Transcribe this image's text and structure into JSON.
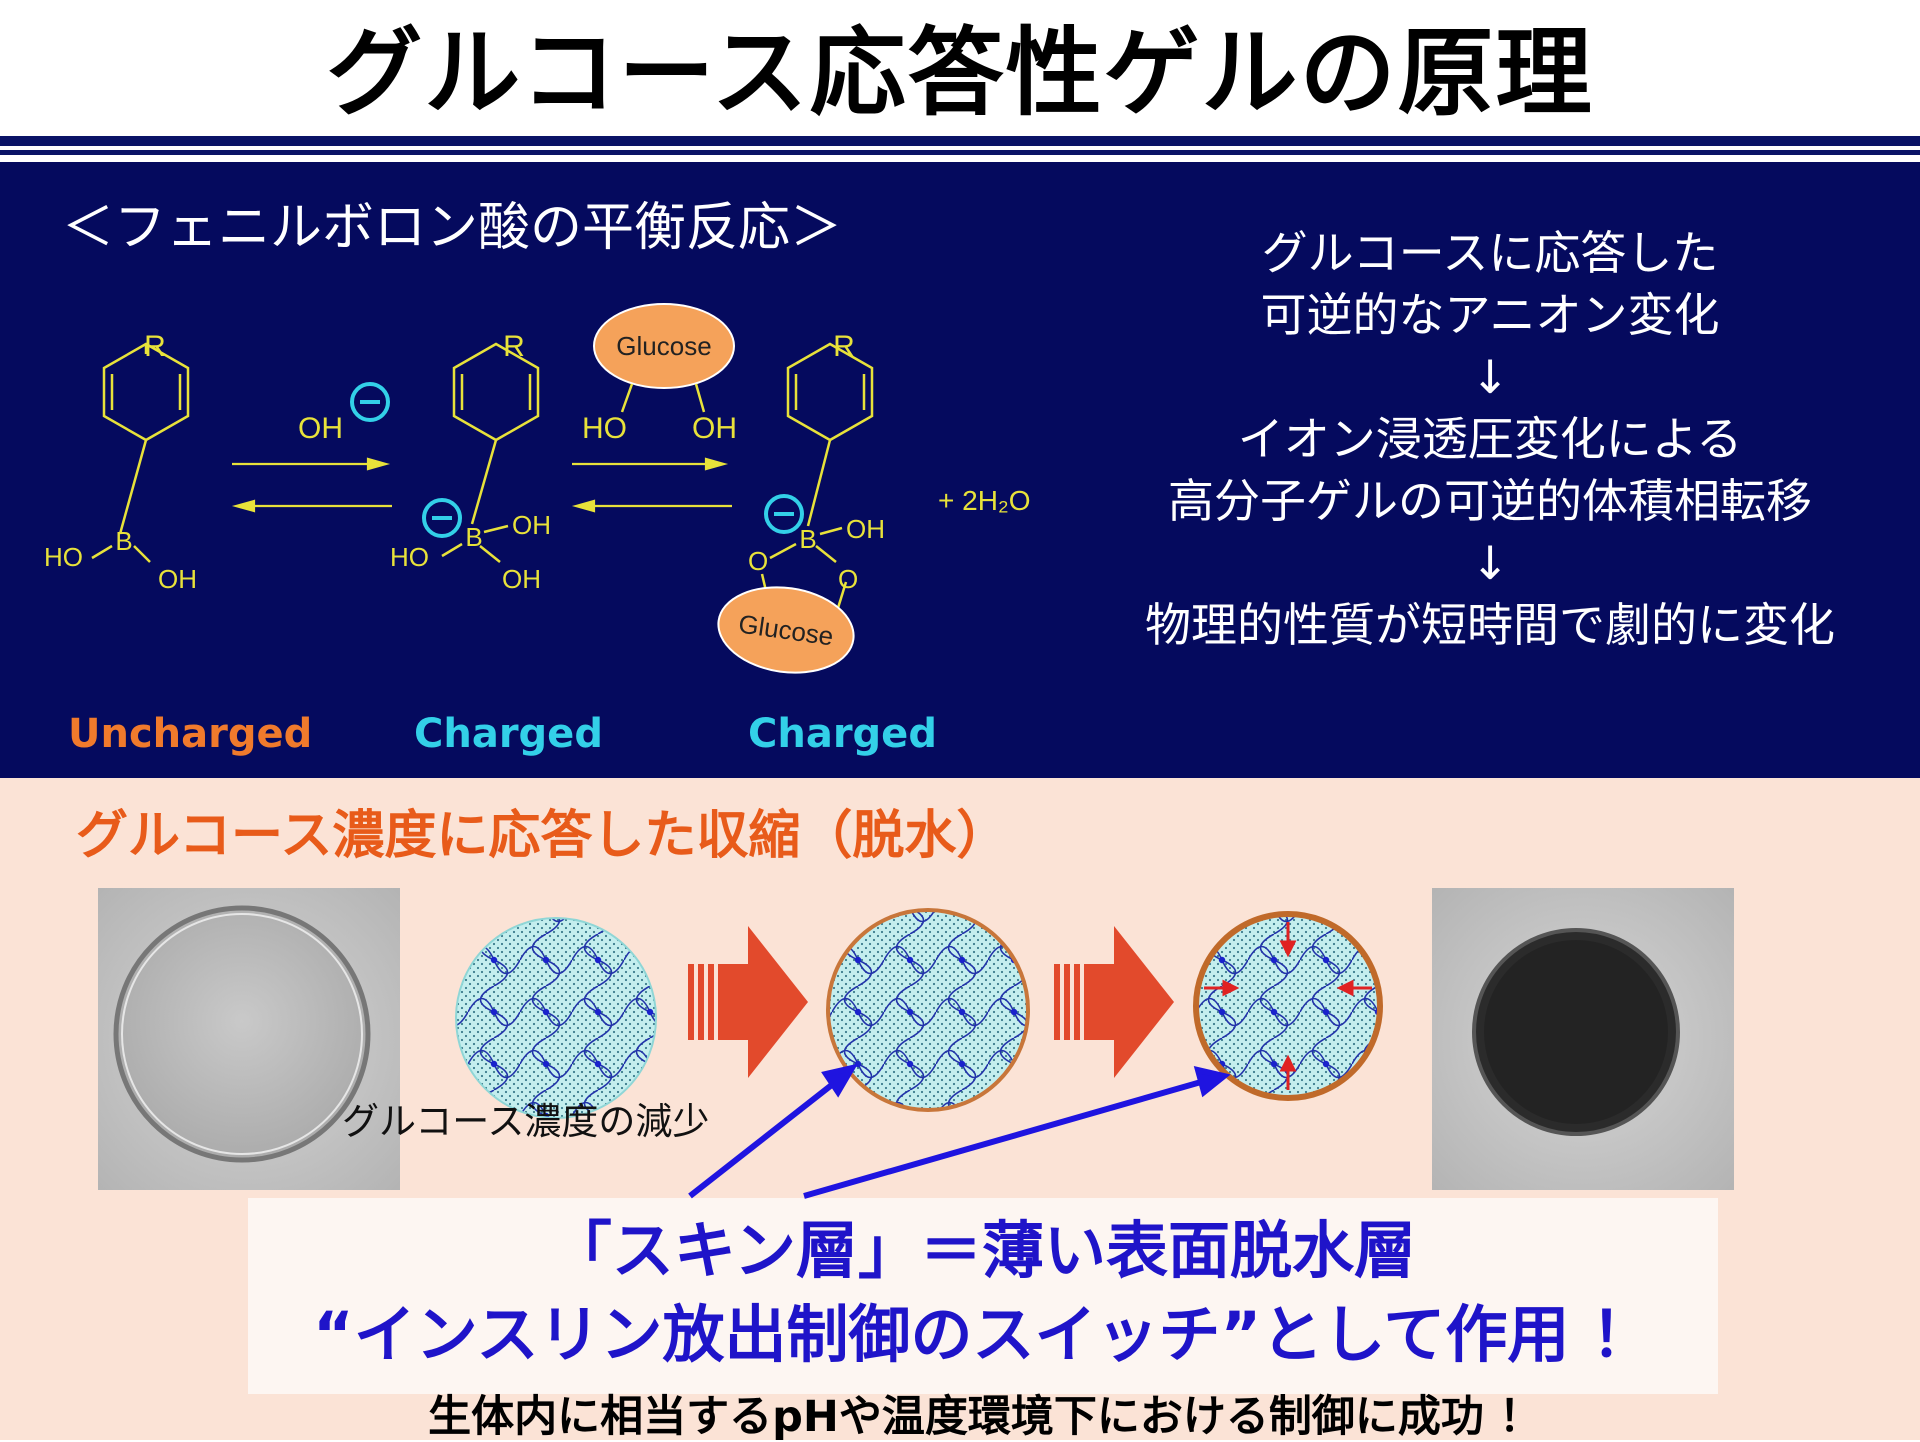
{
  "title": "グルコース応答性ゲルの原理",
  "equilibrium": {
    "heading": "＜フェニルボロン酸の平衡反応＞",
    "reagent": "OH",
    "glucose_label": "Glucose",
    "water_product": "+ 2H₂O",
    "atoms": {
      "R": "R",
      "B": "B",
      "HO": "HO",
      "OH": "OH",
      "O": "O",
      "minus": "−"
    },
    "states": [
      {
        "label": "Uncharged",
        "color": "#f07a2c"
      },
      {
        "label": "Charged",
        "color": "#33d0e8"
      },
      {
        "label": "Charged",
        "color": "#33d0e8"
      }
    ]
  },
  "flow": {
    "lines": [
      "グルコースに応答した",
      "可逆的なアニオン変化",
      "↓",
      "イオン浸透圧変化による",
      "高分子ゲルの可逆的体積相転移",
      "↓",
      "物理的性質が短時間で劇的に変化"
    ]
  },
  "contraction": {
    "title": "グルコース濃度に応答した収縮（脱水）",
    "decrease_label": "グルコース濃度の減少",
    "conclusion_line1": "「スキン層」＝薄い表面脱水層",
    "conclusion_line2": "“インスリン放出制御のスイッチ”として作用 ！",
    "success": "生体内に相当するpHや温度環境下における制御に成功 ！"
  },
  "colors": {
    "navy": "#050a5e",
    "yellow": "#e8e23a",
    "cyan": "#33d0e8",
    "orange": "#f07a2c",
    "arrow_red": "#e24a2c",
    "blue_text": "#1f14c9",
    "peach": "#fbe3d6"
  }
}
